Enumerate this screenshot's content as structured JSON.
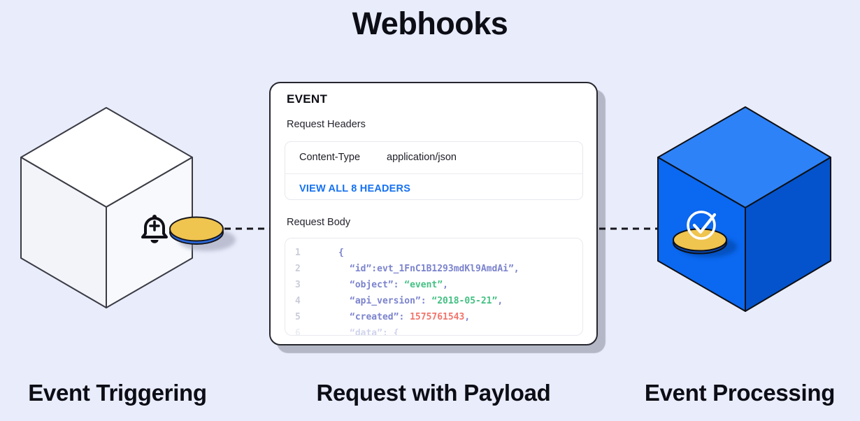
{
  "title": "Webhooks",
  "stages": {
    "left_label": "Event Triggering",
    "center_label": "Request with Payload",
    "right_label": "Event Processing"
  },
  "card": {
    "heading": "EVENT",
    "request_headers_label": "Request Headers",
    "header_row": {
      "name": "Content-Type",
      "value": "application/json"
    },
    "view_all_label": "VIEW ALL 8 HEADERS",
    "request_body_label": "Request Body",
    "code_lines": [
      {
        "num": "1",
        "indent": 1,
        "faded": false,
        "segments": [
          {
            "text": "{",
            "color": "indigo"
          }
        ]
      },
      {
        "num": "2",
        "indent": 2,
        "faded": false,
        "segments": [
          {
            "text": "“id”:evt_1FnC1B1293mdKl9AmdAi”,",
            "color": "indigo"
          }
        ]
      },
      {
        "num": "3",
        "indent": 2,
        "faded": false,
        "segments": [
          {
            "text": "“object”: ",
            "color": "indigo"
          },
          {
            "text": "“event”",
            "color": "green"
          },
          {
            "text": ",",
            "color": "indigo"
          }
        ]
      },
      {
        "num": "4",
        "indent": 2,
        "faded": false,
        "segments": [
          {
            "text": "“api_version”: ",
            "color": "indigo"
          },
          {
            "text": "“2018-05-21”",
            "color": "green"
          },
          {
            "text": ",",
            "color": "indigo"
          }
        ]
      },
      {
        "num": "5",
        "indent": 2,
        "faded": false,
        "segments": [
          {
            "text": "“created”: ",
            "color": "indigo"
          },
          {
            "text": "1575761543",
            "color": "red"
          },
          {
            "text": ",",
            "color": "indigo"
          }
        ]
      },
      {
        "num": "6",
        "indent": 2,
        "faded": true,
        "segments": [
          {
            "text": "“data”: {",
            "color": "indigo"
          }
        ]
      }
    ]
  },
  "icons": {
    "left_cube": "bell-plus-icon",
    "right_cube": "check-circle-icon"
  },
  "colors": {
    "background": "#E9ECFB",
    "link_blue": "#1671F2",
    "cube_blue_top": "#2E82F7",
    "cube_blue_left": "#0B68F0",
    "cube_blue_right": "#0453CC",
    "coin_yellow": "#EFC44F",
    "code": {
      "indigo": "#7B83CD",
      "green": "#43C183",
      "red": "#F3756C",
      "line_number": "#C9CDD9"
    }
  }
}
